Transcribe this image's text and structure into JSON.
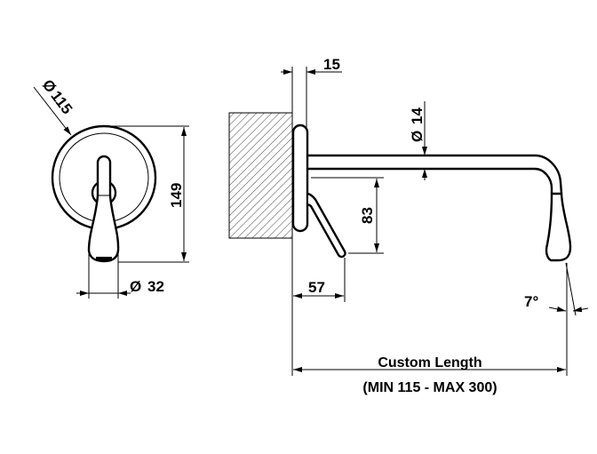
{
  "front_view": {
    "plate_diameter": "115",
    "height": "149",
    "handle_diameter": "32",
    "diameter_symbol": "Ø"
  },
  "side_view": {
    "plate_thickness": "15",
    "spout_diameter": "14",
    "lever_drop": "83",
    "lever_reach": "57",
    "spout_angle": "7°",
    "length_label": "Custom Length",
    "length_range": "(MIN 115 - MAX 300)"
  }
}
